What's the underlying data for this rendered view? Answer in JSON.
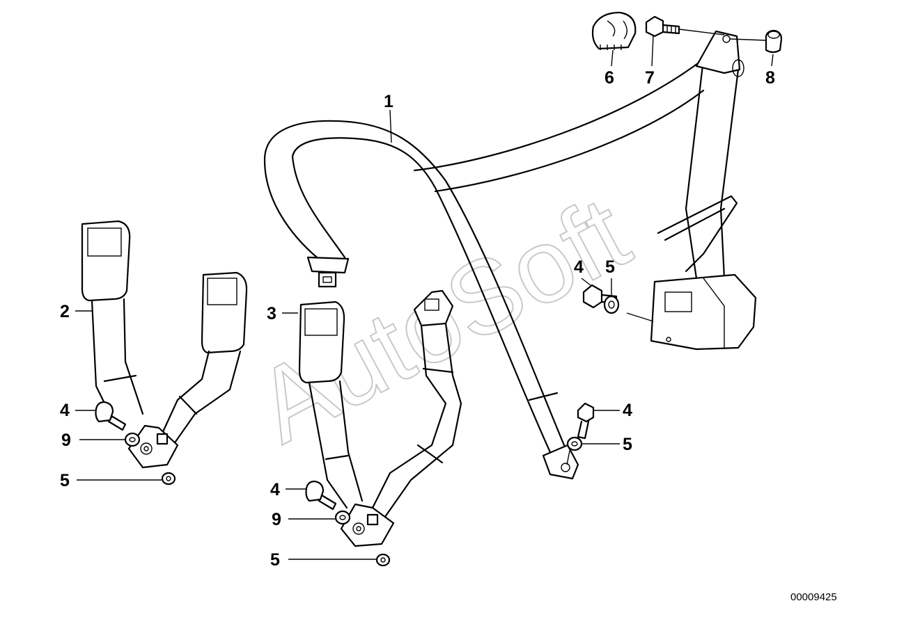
{
  "watermark": "AutoSoft",
  "document_number": "00009425",
  "callouts": [
    "1",
    "2",
    "3",
    "4",
    "4",
    "4",
    "4",
    "5",
    "5",
    "5",
    "5",
    "6",
    "7",
    "8",
    "9",
    "9"
  ]
}
